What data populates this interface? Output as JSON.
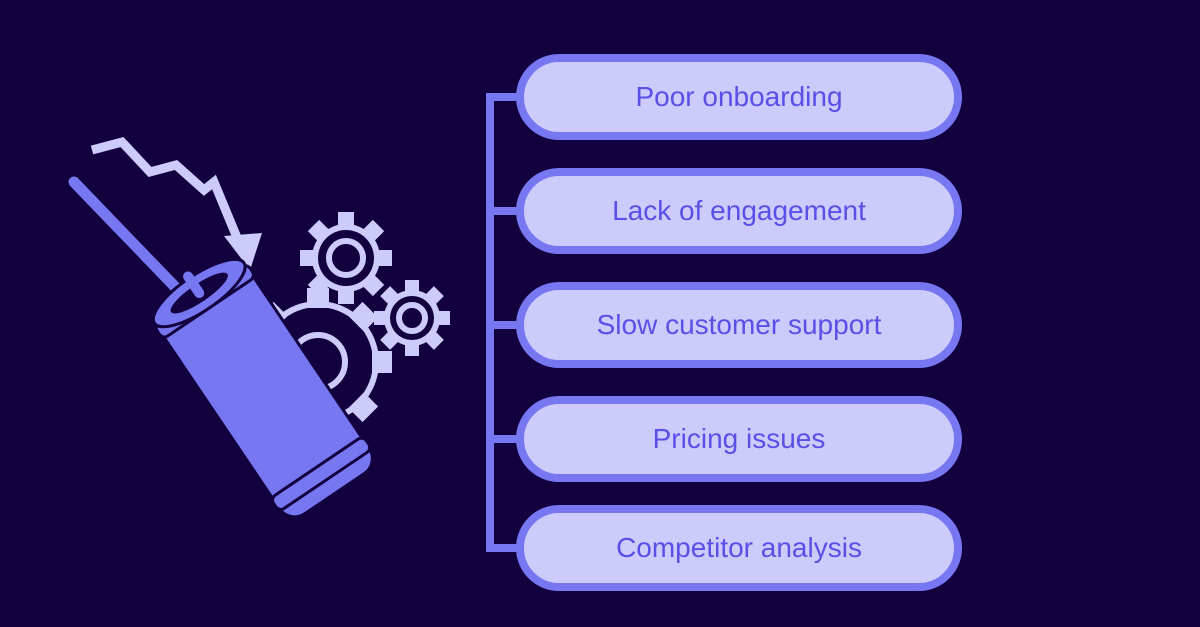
{
  "colors": {
    "background": "#13003f",
    "accent": "#7877f2",
    "pill_fill": "#cccbfb",
    "pill_text": "#5a4fe7",
    "icon_light": "#cccbfb"
  },
  "illustration": {
    "icons": [
      "dynamite-icon",
      "downtrend-arrow-icon",
      "gear-icon"
    ]
  },
  "reasons": [
    {
      "label": "Poor onboarding"
    },
    {
      "label": "Lack of engagement"
    },
    {
      "label": "Slow customer support"
    },
    {
      "label": "Pricing issues"
    },
    {
      "label": "Competitor analysis"
    }
  ]
}
